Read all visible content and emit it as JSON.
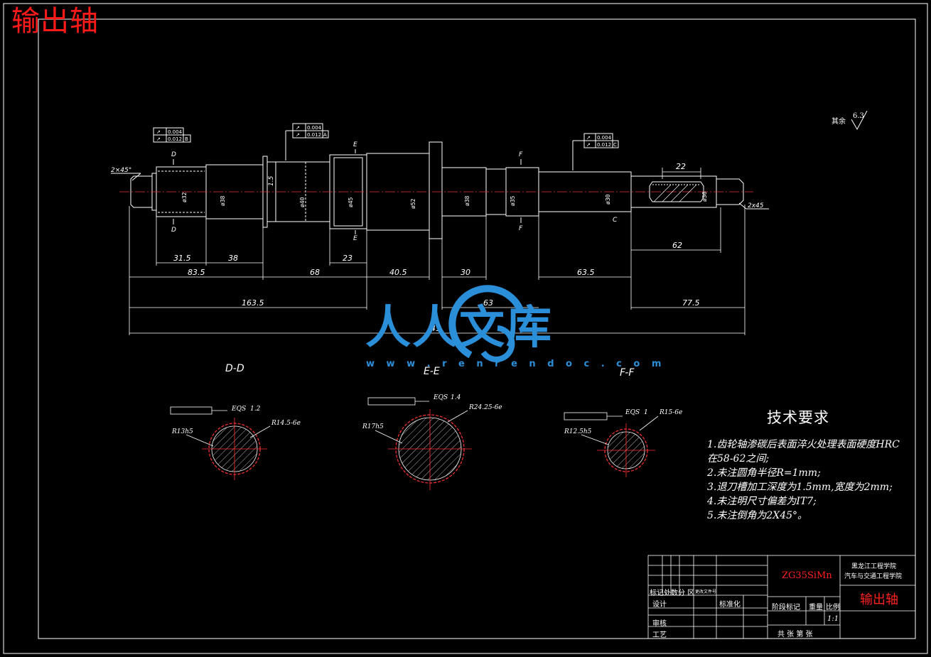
{
  "drawing_title": "输出轴",
  "surface_finish": {
    "label": "其余",
    "value": "6.3"
  },
  "dimensions": [
    "31.5",
    "38",
    "23",
    "83.5",
    "68",
    "40.5",
    "30",
    "63.5",
    "163.5",
    "63",
    "77.5",
    "41",
    "62",
    "22",
    "1.5"
  ],
  "chamfers": {
    "left": "2×45°",
    "right": "2x45"
  },
  "section_marks": [
    "D",
    "D",
    "E",
    "E",
    "F",
    "F",
    "C"
  ],
  "tolerance_frames": [
    {
      "sym1": "↗",
      "v1": "0.004",
      "sym2": "↗",
      "v2": "0.012",
      "datum": "B"
    },
    {
      "sym1": "↗",
      "v1": "0.004",
      "sym2": "↗",
      "v2": "0.012",
      "datum": "A"
    },
    {
      "sym1": "↗",
      "v1": "0.004",
      "sym2": "↗",
      "v2": "0.012",
      "datum": "C"
    }
  ],
  "sections": [
    {
      "label": "D-D",
      "eqs": "EQS",
      "eqs_val": "1.2",
      "minor": "R13h5",
      "major": "R14.5-6e"
    },
    {
      "label": "E-E",
      "eqs": "EQS",
      "eqs_val": "1.4",
      "minor": "R17h5",
      "major": "R24.25-6e"
    },
    {
      "label": "F-F",
      "eqs": "EQS",
      "eqs_val": "1",
      "minor": "R12.5h5",
      "major": "R15-6e"
    }
  ],
  "tech_requirements": {
    "title": "技术要求",
    "lines": [
      "1.齿轮轴渗碳后表面淬火处理表面硬度HRC",
      "在58-62之间;",
      "2.未注圆角半径R=1mm;",
      "3.退刀槽加工深度为1.5mm,宽度为2mm;",
      "4.未注明尺寸偏差为IT7;",
      "5.未注倒角为2X45°。"
    ]
  },
  "title_block": {
    "material": "ZG35SiMn",
    "school_line1": "黑龙江工程学院",
    "school_line2": "汽车与交通工程学院",
    "part_name": "输出轴",
    "row_marks": "标记处数分  区",
    "change_doc": "更改文件号",
    "design": "设计",
    "standardize": "标准化",
    "stage_mark": "阶段标记",
    "weight": "重量",
    "scale_label": "比例",
    "scale_value": "1:1",
    "review": "审核",
    "process": "工艺",
    "sheets": "共  张  第    张"
  },
  "watermark": {
    "chars": "人人文库",
    "url": "w w w . r e n r e n d o c . c o m"
  },
  "colors": {
    "background": "#000000",
    "line": "#ffffff",
    "accent_red": "#ff1a1a",
    "watermark_blue": "#2a8fd8"
  }
}
